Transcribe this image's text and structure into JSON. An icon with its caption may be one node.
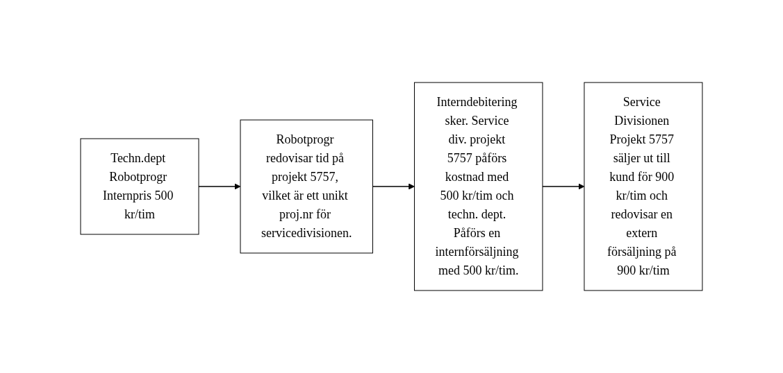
{
  "diagram": {
    "nodes": [
      {
        "text": [
          "Techn.dept Robotprogr Internpris 500 kr/tim"
        ]
      },
      {
        "text": [
          "Robotprogr redovisar tid på projekt 5757, vilket är ett unikt proj.nr för servicedivisionen."
        ]
      },
      {
        "text": [
          "Interndebitering sker. Service div. projekt 5757 påförs kostnad med 500 kr/tim och techn. dept. Påförs en internförsäljning med 500 kr/tim."
        ]
      },
      {
        "text": [
          "Service Divisionen Projekt 5757 säljer ut till kund för 900 kr/tim och redovisar en extern försäljning på 900 kr/tim"
        ]
      }
    ],
    "edges": [
      {
        "from": 0,
        "to": 1,
        "arrow": "to"
      },
      {
        "from": 1,
        "to": 2,
        "arrow": "to"
      },
      {
        "from": 2,
        "to": 3,
        "arrow": "to"
      }
    ]
  }
}
